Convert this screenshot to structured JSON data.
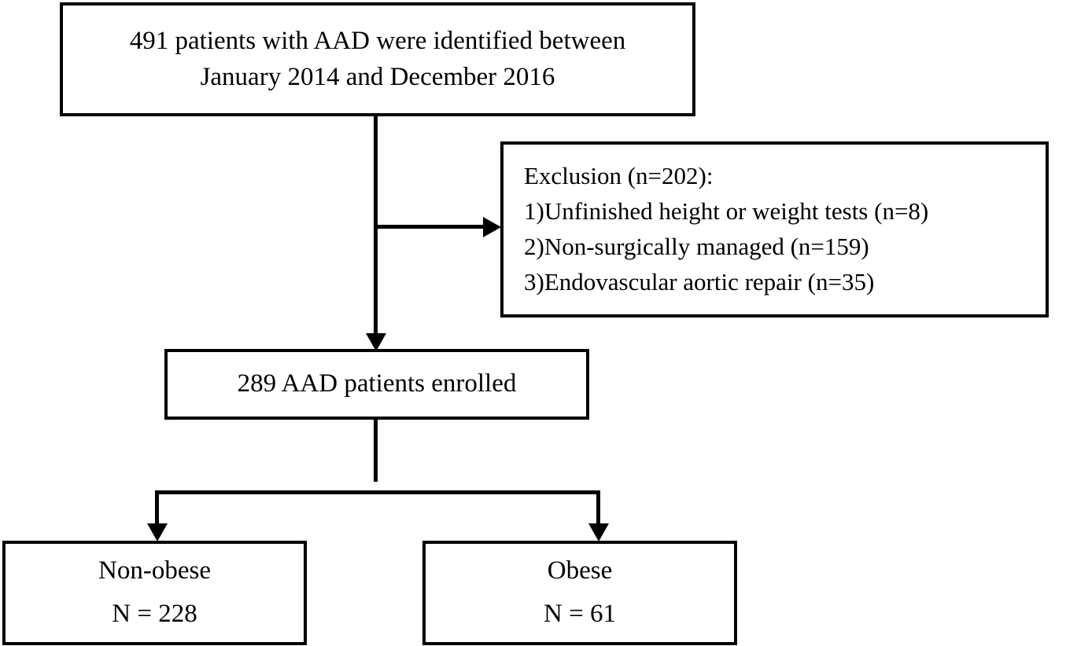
{
  "diagram": {
    "title": "AAD patient enrollment flow diagram",
    "line_color": "#000000",
    "box_border_color": "#000000",
    "background_color": "#ffffff",
    "nodes": {
      "identified": {
        "name": "identified-patients-box",
        "lines": [
          "491 patients with AAD were identified between",
          "January 2014 and December 2016"
        ]
      },
      "exclusion": {
        "name": "exclusion-box",
        "lines": [
          "Exclusion (n=202):",
          "1)Unfinished height or weight tests (n=8)",
          "2)Non-surgically managed (n=159)",
          "3)Endovascular aortic repair (n=35)"
        ]
      },
      "enrolled": {
        "name": "enrolled-patients-box",
        "lines": [
          "289 AAD patients enrolled"
        ]
      },
      "nonobese": {
        "name": "non-obese-group-box",
        "lines": [
          "Non-obese",
          "N = 228"
        ]
      },
      "obese": {
        "name": "obese-group-box",
        "lines": [
          "Obese",
          "N = 61"
        ]
      }
    },
    "connectors": [
      {
        "name": "identified-to-enrolled",
        "from": "identified",
        "to": "enrolled",
        "arrow": "down"
      },
      {
        "name": "identified-to-exclusion",
        "from": "identified",
        "to": "exclusion",
        "arrow": "right"
      },
      {
        "name": "enrolled-to-nonobese",
        "from": "enrolled",
        "to": "nonobese",
        "arrow": "down"
      },
      {
        "name": "enrolled-to-obese",
        "from": "enrolled",
        "to": "obese",
        "arrow": "down"
      }
    ]
  }
}
